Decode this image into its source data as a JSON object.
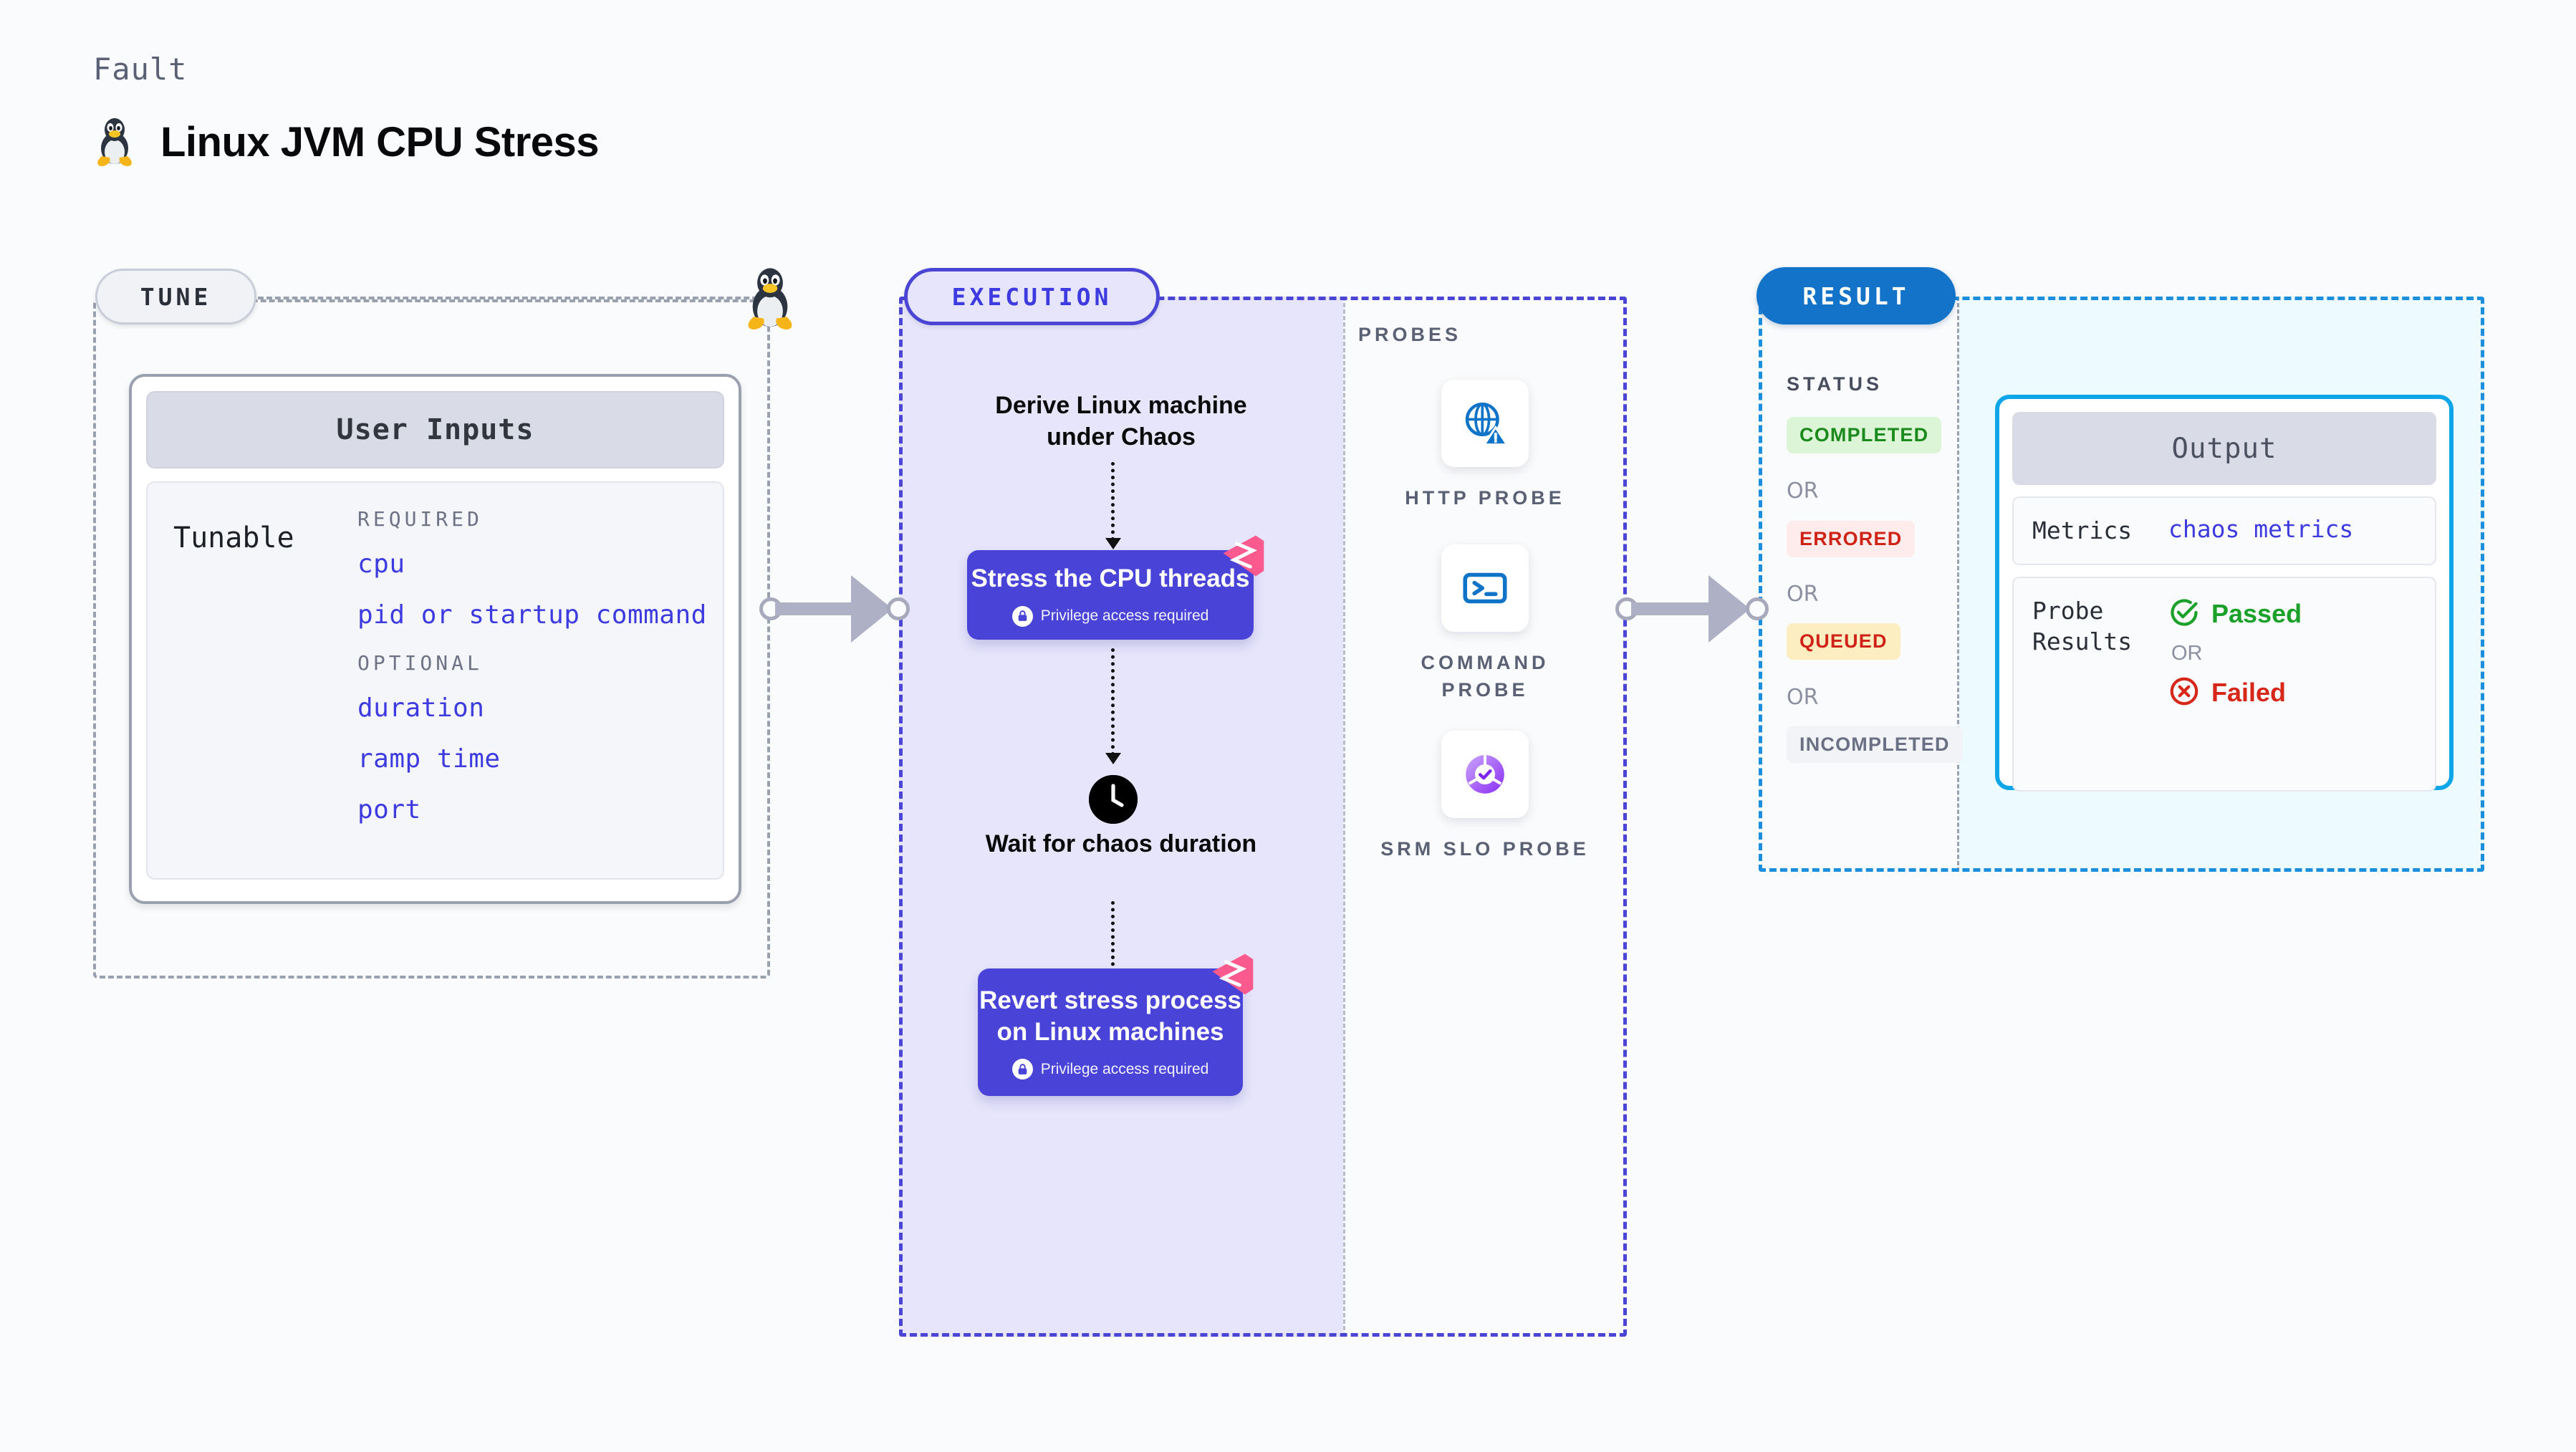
{
  "header": {
    "kicker": "Fault",
    "title": "Linux JVM CPU Stress",
    "icon": "linux-penguin-icon"
  },
  "tune": {
    "pill_label": "TUNE",
    "node_icon": "linux-penguin-icon",
    "card": {
      "header": "User Inputs",
      "row_label": "Tunable",
      "groups": [
        {
          "name": "REQUIRED",
          "items": [
            "cpu",
            "pid or startup command"
          ]
        },
        {
          "name": "OPTIONAL",
          "items": [
            "duration",
            "ramp time",
            "port"
          ]
        }
      ]
    }
  },
  "execution": {
    "pill_label": "EXECUTION",
    "steps": [
      {
        "kind": "label",
        "text": "Derive Linux machine under Chaos"
      },
      {
        "kind": "block",
        "title": "Stress the CPU threads",
        "sub": "Privilege access required",
        "badge": "harness-logo-icon",
        "lock": "lock-icon"
      },
      {
        "kind": "label",
        "icon": "clock-icon",
        "text": "Wait for chaos duration"
      },
      {
        "kind": "block",
        "title": "Revert stress process on Linux machines",
        "sub": "Privilege access required",
        "badge": "harness-logo-icon",
        "lock": "lock-icon"
      }
    ]
  },
  "probes": {
    "title": "PROBES",
    "items": [
      {
        "name": "HTTP PROBE",
        "icon": "globe-alert-icon"
      },
      {
        "name": "COMMAND PROBE",
        "icon": "terminal-prompt-icon"
      },
      {
        "name": "SRM SLO PROBE",
        "icon": "slo-check-donut-icon"
      }
    ]
  },
  "result": {
    "pill_label": "RESULT",
    "status_title": "STATUS",
    "or_label": "OR",
    "statuses": [
      {
        "label": "COMPLETED",
        "bg": "#ddf5d7",
        "fg": "#198a1b"
      },
      {
        "label": "ERRORED",
        "bg": "#fdeceb",
        "fg": "#cf2318"
      },
      {
        "label": "QUEUED",
        "bg": "#fdeec2",
        "fg": "#cf2318"
      },
      {
        "label": "INCOMPLETED",
        "bg": "#f2f3f7",
        "fg": "#6a7083"
      }
    ],
    "output": {
      "header": "Output",
      "metrics_key": "Metrics",
      "metrics_value": "chaos metrics",
      "probe_key": "Probe Results",
      "passed_label": "Passed",
      "failed_label": "Failed",
      "or_label": "OR",
      "passed_icon": "check-circle-icon",
      "failed_icon": "x-circle-icon",
      "passed_color": "#1ba12a",
      "failed_color": "#d62719"
    }
  },
  "connectors": [
    {
      "name": "tune-to-execution"
    },
    {
      "name": "probes-to-result"
    }
  ],
  "colors": {
    "accent_purple": "#4a43d8",
    "accent_blue": "#1273c9",
    "harness_pink": "#fa5a8e",
    "page_bg": "#fafbfc"
  }
}
